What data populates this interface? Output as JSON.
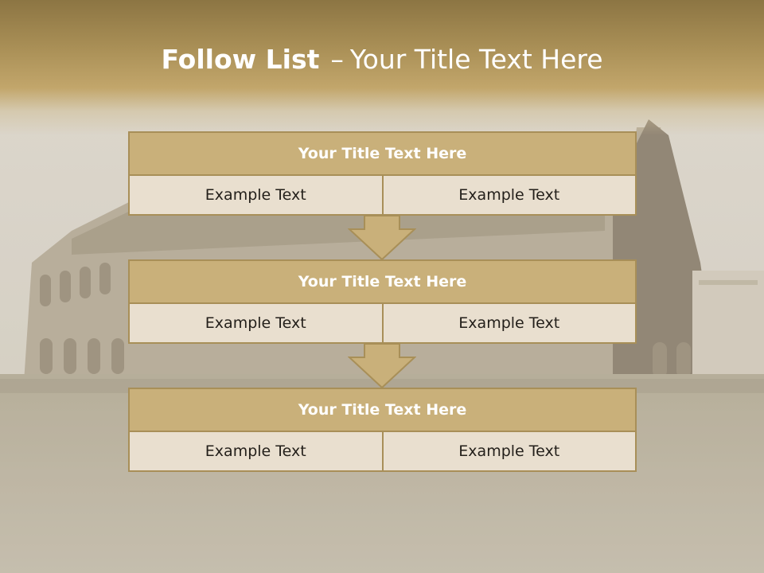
{
  "slide": {
    "title_bold": "Follow List",
    "title_dash": "–",
    "title_rest": "Your Title Text Here"
  },
  "colors": {
    "band_top": "#8c7543",
    "box_header": "#c9b07a",
    "box_border": "#a88f58",
    "cell_fill": "#e9dfcf",
    "arrow_fill": "#c9b07a"
  },
  "blocks": [
    {
      "header": "Your Title Text Here",
      "left": "Example Text",
      "right": "Example Text"
    },
    {
      "header": "Your Title Text Here",
      "left": "Example Text",
      "right": "Example Text"
    },
    {
      "header": "Your Title Text Here",
      "left": "Example Text",
      "right": "Example Text"
    }
  ],
  "icons": [
    "down-arrow-icon",
    "down-arrow-icon"
  ]
}
